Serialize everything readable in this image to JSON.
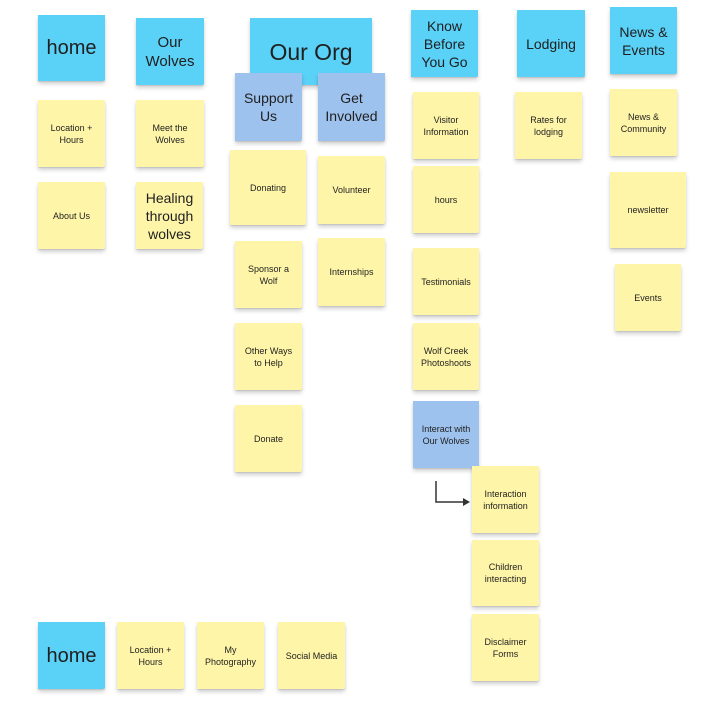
{
  "columns": {
    "home": {
      "header": "home",
      "items": [
        "Location + Hours",
        "About Us"
      ]
    },
    "our_wolves": {
      "header": "Our Wolves",
      "items": [
        "Meet the Wolves",
        "Healing through wolves"
      ]
    },
    "our_org": {
      "header": "Our Org",
      "support_us": {
        "header": "Support Us",
        "items": [
          "Donating",
          "Sponsor a Wolf",
          "Other Ways to Help",
          "Donate"
        ]
      },
      "get_involved": {
        "header": "Get Involved",
        "items": [
          "Volunteer",
          "Internships"
        ]
      }
    },
    "know_before": {
      "header": "Know Before You Go",
      "items": [
        "Visitor Information",
        "hours",
        "Testimonials",
        "Wolf Creek Photoshoots"
      ],
      "interact": {
        "header": "Interact with Our Wolves",
        "items": [
          "Interaction information",
          "Children interacting",
          "Disclaimer Forms"
        ]
      }
    },
    "lodging": {
      "header": "Lodging",
      "items": [
        "Rates for lodging"
      ]
    },
    "news_events": {
      "header": "News & Events",
      "items": [
        "News & Community",
        "newsletter",
        "Events"
      ]
    }
  },
  "footer": {
    "header": "home",
    "items": [
      "Location + Hours",
      "My Photography",
      "Social Media"
    ]
  },
  "colors": {
    "yellow": "#fef5a8",
    "cyan": "#5ad1f7",
    "blue": "#9ec2ee",
    "connector": "#333333"
  }
}
